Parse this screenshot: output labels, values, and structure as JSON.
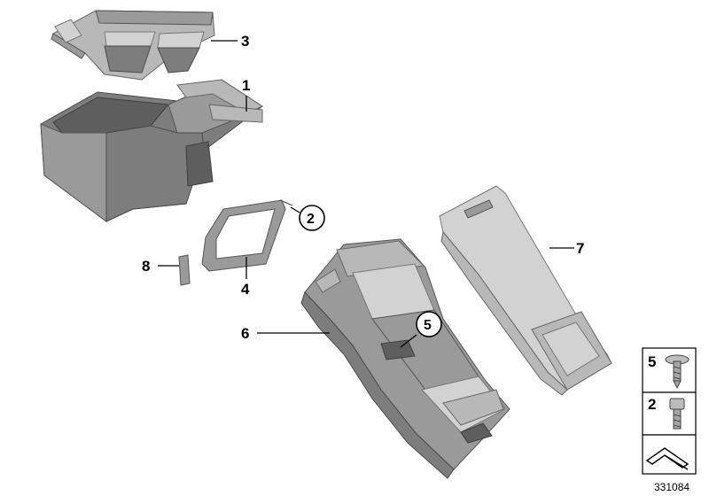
{
  "callouts": {
    "c1": "1",
    "c2": "2",
    "c3": "3",
    "c4": "4",
    "c5": "5",
    "c6": "6",
    "c7": "7",
    "c8": "8"
  },
  "legend": {
    "row1_label": "5",
    "row2_label": "2"
  },
  "document_number": "331084",
  "colors": {
    "part_dark": "#7d7d7d",
    "part_light": "#b8b8b8",
    "line": "#000000"
  }
}
